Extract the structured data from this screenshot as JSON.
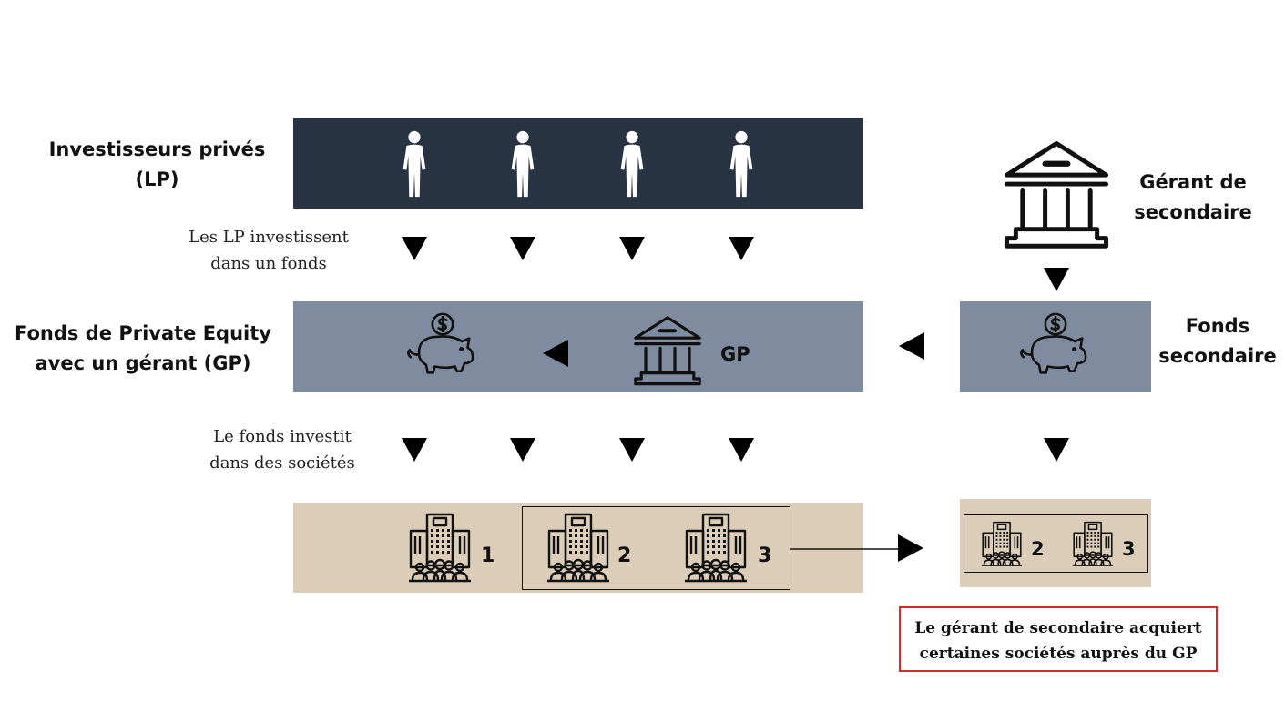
{
  "rows": {
    "lp": {
      "label_line1": "Investisseurs privés",
      "label_line2": "(LP)"
    },
    "fund": {
      "label_line1": "Fonds de Private Equity",
      "label_line2": "avec un gérant (GP)",
      "gp_label": "GP"
    },
    "companies": {
      "numbers": [
        "1",
        "2",
        "3"
      ]
    }
  },
  "flows": {
    "lp_to_fund": {
      "line1": "Les LP investissent",
      "line2": "dans un fonds"
    },
    "fund_to_companies": {
      "line1": "Le fonds investit",
      "line2": "dans des sociétés"
    }
  },
  "secondary": {
    "manager": {
      "line1": "Gérant de",
      "line2": "secondaire"
    },
    "fund": {
      "line1": "Fonds",
      "line2": "secondaire"
    },
    "companies": {
      "numbers": [
        "2",
        "3"
      ]
    }
  },
  "callout": {
    "line1": "Le gérant de secondaire acquiert",
    "line2": "certaines sociétés auprès du GP"
  },
  "colors": {
    "dark_band": "#283444",
    "mid_band": "#7f8c9f",
    "tan_band": "#dccdb8",
    "callout_border": "#d42a2a"
  },
  "icons": [
    "person-icon",
    "piggy-bank-icon",
    "bank-building-icon",
    "office-building-icon"
  ]
}
